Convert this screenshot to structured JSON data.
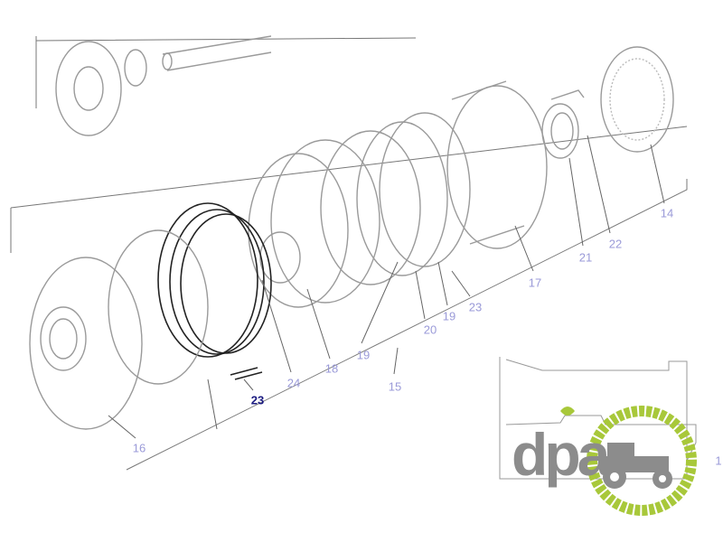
{
  "diagram": {
    "title": "Clutch assembly exploded parts diagram",
    "callouts": [
      {
        "id": "c14",
        "text": "14"
      },
      {
        "id": "c22",
        "text": "22"
      },
      {
        "id": "c21",
        "text": "21"
      },
      {
        "id": "c17",
        "text": "17"
      },
      {
        "id": "c23a",
        "text": "23"
      },
      {
        "id": "c19a",
        "text": "19"
      },
      {
        "id": "c20",
        "text": "20"
      },
      {
        "id": "c19b",
        "text": "19"
      },
      {
        "id": "c18",
        "text": "18"
      },
      {
        "id": "c24",
        "text": "24"
      },
      {
        "id": "c23b",
        "text": "23",
        "highlighted": true
      },
      {
        "id": "c15",
        "text": "15"
      },
      {
        "id": "c16",
        "text": "16"
      },
      {
        "id": "c1",
        "text": "1"
      }
    ],
    "label_color": "#9a9ad8",
    "highlight_color": "#1a1a80"
  },
  "watermark": {
    "logo_text": "dpa",
    "accent": "#a8c83a",
    "gray": "#8c8c8c"
  }
}
